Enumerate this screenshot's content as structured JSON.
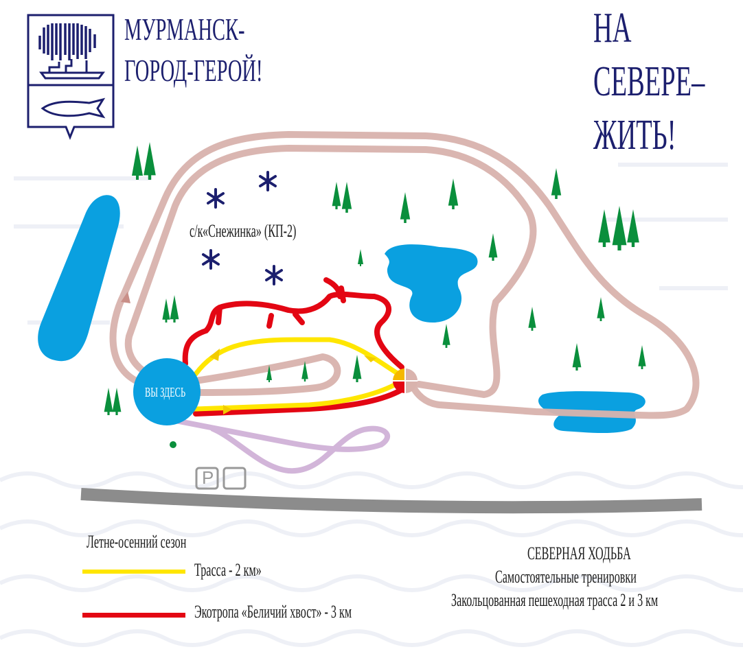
{
  "header": {
    "city_line1": "МУРМАНСК-",
    "city_line2": "ГОРОД-ГЕРОЙ!",
    "slogan": [
      "НА",
      "СЕВЕРЕ–",
      "ЖИТЬ!"
    ]
  },
  "map": {
    "ski_club_label": "с/к«Снежинка» (КП-2)",
    "you_are_here": "ВЫ ЗДЕСЬ",
    "parking_label": "P",
    "colors": {
      "yellow_route": "#ffe600",
      "red_route": "#e30613",
      "ski_loop": "#d9b3ad",
      "walk_loop": "#d2b5d9",
      "water": "#0aa0e0",
      "tree": "#0a8f3c",
      "navy": "#1c1f6e",
      "road": "#8c8c8c"
    }
  },
  "legend": {
    "season": "Летне-осенний сезон",
    "items": [
      {
        "label": "Трасса - 2 км»",
        "color": "#ffe600"
      },
      {
        "label": "Экотропа «Беличий хвост» - 3 км",
        "color": "#e30613"
      }
    ]
  },
  "info": {
    "title": "СЕВЕРНАЯ ХОДЬБА",
    "line1": "Самостоятельные тренировки",
    "line2": "Закольцованная пешеходная трасса 2 и 3 км"
  }
}
